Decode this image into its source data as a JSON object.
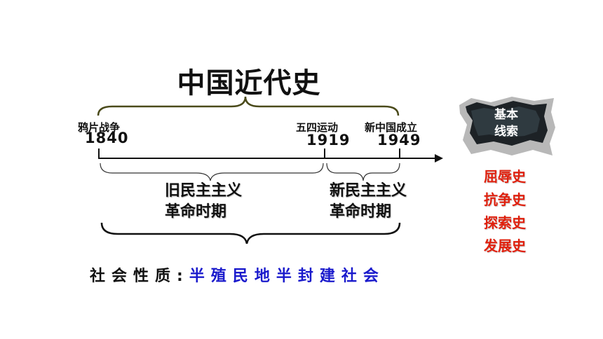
{
  "title": "中国近代史",
  "events": [
    {
      "name": "鸦片战争",
      "year": "1840"
    },
    {
      "name": "五四运动",
      "year": "1919"
    },
    {
      "name": "新中国成立",
      "year": "1949"
    }
  ],
  "periods": [
    {
      "line1": "旧民主主义",
      "line2": "革命时期"
    },
    {
      "line1": "新民主主义",
      "line2": "革命时期"
    }
  ],
  "society": {
    "label": "社会性质:",
    "value": "半殖民地半封建社会"
  },
  "basic_clue": {
    "line1": "基本",
    "line2": "线索"
  },
  "aspects": [
    "屈辱史",
    "抗争史",
    "探索史",
    "发展史"
  ],
  "colors": {
    "aspect": "#e0200d",
    "society_value": "#1a1acc",
    "brace_top": "#4a4a1a"
  }
}
